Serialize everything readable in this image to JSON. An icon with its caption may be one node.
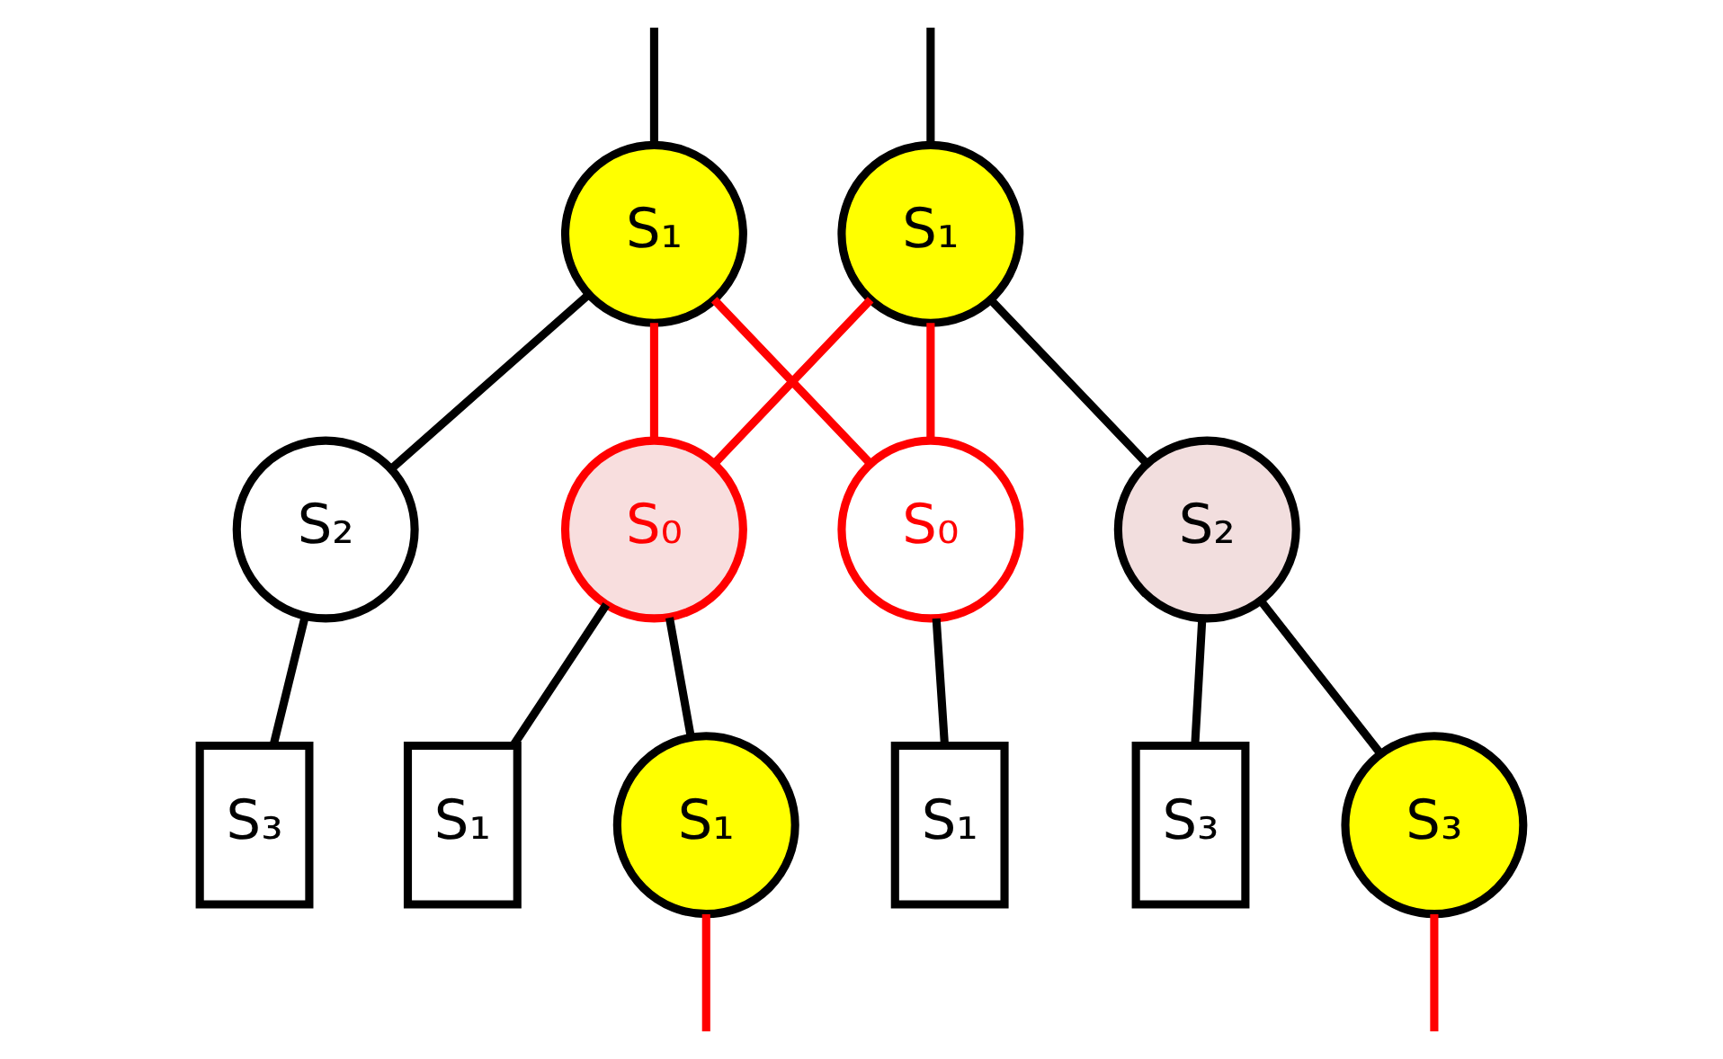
{
  "diagram": {
    "nodes": [
      {
        "text": [
          "S₁"
        ]
      },
      {
        "text": [
          "S₁"
        ]
      },
      {
        "text": [
          "S₂"
        ]
      },
      {
        "text": [
          "S₀"
        ]
      },
      {
        "text": [
          "S₀"
        ]
      },
      {
        "text": [
          "S₂"
        ]
      },
      {
        "text": [
          "S₃"
        ]
      },
      {
        "text": [
          "S₁"
        ]
      },
      {
        "text": [
          "S₁"
        ]
      },
      {
        "text": [
          "S₃"
        ]
      },
      {
        "text": [
          "S₁"
        ]
      },
      {
        "text": [
          "S₃"
        ]
      }
    ],
    "edges": [
      {
        "from": null,
        "to": 0,
        "arrow": "none"
      },
      {
        "from": null,
        "to": 1,
        "arrow": "none"
      },
      {
        "from": 0,
        "to": 2,
        "arrow": "none"
      },
      {
        "from": 1,
        "to": 5,
        "arrow": "none"
      },
      {
        "from": 0,
        "to": 3,
        "arrow": "none",
        "color": "#ff0000"
      },
      {
        "from": 0,
        "to": 4,
        "arrow": "none",
        "color": "#ff0000"
      },
      {
        "from": 1,
        "to": 3,
        "arrow": "none",
        "color": "#ff0000"
      },
      {
        "from": 1,
        "to": 4,
        "arrow": "none",
        "color": "#ff0000"
      },
      {
        "from": 2,
        "to": 6,
        "arrow": "none"
      },
      {
        "from": 3,
        "to": 7,
        "arrow": "none"
      },
      {
        "from": 3,
        "to": 10,
        "arrow": "none"
      },
      {
        "from": 4,
        "to": 8,
        "arrow": "none"
      },
      {
        "from": 5,
        "to": 9,
        "arrow": "none"
      },
      {
        "from": 5,
        "to": 11,
        "arrow": "none"
      },
      {
        "from": 10,
        "to": null,
        "arrow": "none",
        "color": "#ff0000"
      },
      {
        "from": 11,
        "to": null,
        "arrow": "none",
        "color": "#ff0000"
      }
    ]
  }
}
